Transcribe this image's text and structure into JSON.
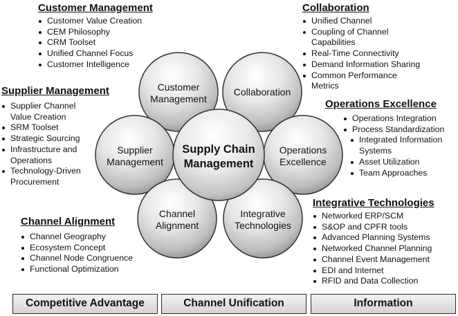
{
  "center": {
    "line1": "Supply Chain",
    "line2": "Management"
  },
  "circles": [
    {
      "id": "customer",
      "line1": "Customer",
      "line2": "Management"
    },
    {
      "id": "collaboration",
      "line1": "Collaboration",
      "line2": ""
    },
    {
      "id": "supplier",
      "line1": "Supplier",
      "line2": "Management"
    },
    {
      "id": "operations",
      "line1": "Operations",
      "line2": "Excellence"
    },
    {
      "id": "channel",
      "line1": "Channel",
      "line2": "Alignment"
    },
    {
      "id": "integrative",
      "line1": "Integrative",
      "line2": "Technologies"
    }
  ],
  "customer_management": {
    "title": "Customer Management",
    "items": [
      "Customer Value Creation",
      "CEM Philosophy",
      "CRM Toolset",
      "Unified Channel Focus",
      "Customer Intelligence"
    ]
  },
  "collaboration": {
    "title": "Collaboration",
    "items": [
      "Unified Channel",
      "Coupling of Channel Capabilities",
      "Real-Time Connectivity",
      "Demand Information Sharing",
      "Common Performance Metrics"
    ]
  },
  "supplier_management": {
    "title": "Supplier Management",
    "items": [
      "Supplier Channel Value Creation",
      "SRM Toolset",
      "Strategic Sourcing",
      "Infrastructure and Operations",
      "Technology-Driven Procurement"
    ]
  },
  "operations_excellence": {
    "title": "Operations Excellence",
    "items": [
      "Operations Integration",
      "Process Standardization",
      "Integrated Information Systems",
      "Asset Utilization",
      "Team Approaches"
    ]
  },
  "channel_alignment": {
    "title": "Channel Alignment",
    "items": [
      "Channel Geography",
      "Ecosystem Concept",
      "Channel Node Congruence",
      "Functional Optimization"
    ]
  },
  "integrative_technologies": {
    "title": "Integrative Technologies",
    "items": [
      "Networked ERP/SCM",
      "S&OP and CPFR tools",
      "Advanced Planning Systems",
      "Networked Channel Planning",
      "Channel Event Management",
      "EDI and Internet",
      "RFID and Data Collection"
    ]
  },
  "bottom_bars": {
    "left": "Competitive Advantage",
    "middle": "Channel Unification",
    "right": "Information"
  }
}
